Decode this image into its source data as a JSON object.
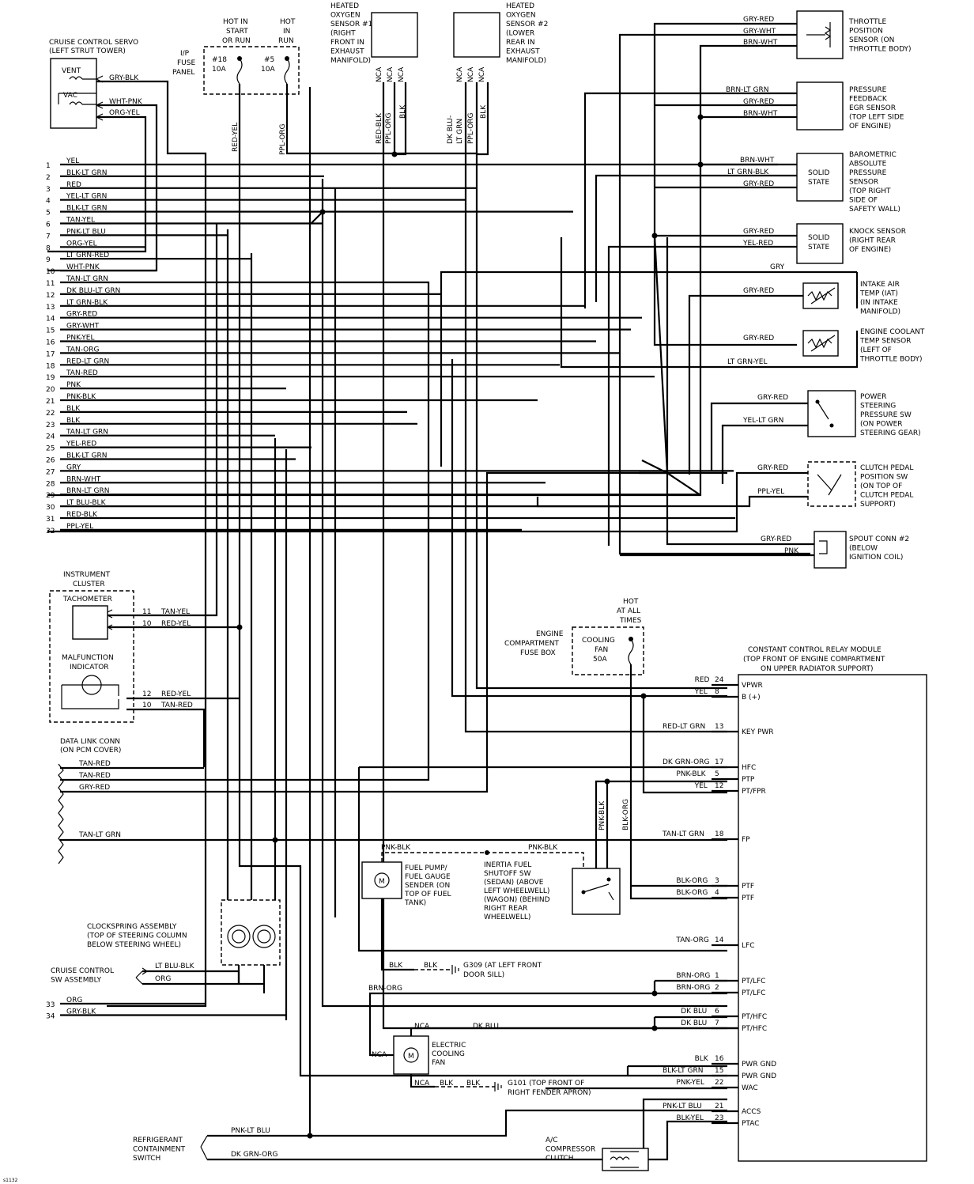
{
  "connector_rows": [
    {
      "n": "1",
      "c": "YEL"
    },
    {
      "n": "2",
      "c": "BLK-LT GRN"
    },
    {
      "n": "3",
      "c": "RED"
    },
    {
      "n": "4",
      "c": "YEL-LT GRN"
    },
    {
      "n": "5",
      "c": "BLK-LT GRN"
    },
    {
      "n": "6",
      "c": "TAN-YEL"
    },
    {
      "n": "7",
      "c": "PNK-LT BLU"
    },
    {
      "n": "8",
      "c": "ORG-YEL"
    },
    {
      "n": "9",
      "c": "LT GRN-RED"
    },
    {
      "n": "10",
      "c": "WHT-PNK"
    },
    {
      "n": "11",
      "c": "TAN-LT GRN"
    },
    {
      "n": "12",
      "c": "DK BLU-LT GRN"
    },
    {
      "n": "13",
      "c": "LT GRN-BLK"
    },
    {
      "n": "14",
      "c": "GRY-RED"
    },
    {
      "n": "15",
      "c": "GRY-WHT"
    },
    {
      "n": "16",
      "c": "PNK-YEL"
    },
    {
      "n": "17",
      "c": "TAN-ORG"
    },
    {
      "n": "18",
      "c": "RED-LT GRN"
    },
    {
      "n": "19",
      "c": "TAN-RED"
    },
    {
      "n": "20",
      "c": "PNK"
    },
    {
      "n": "21",
      "c": "PNK-BLK"
    },
    {
      "n": "22",
      "c": "BLK"
    },
    {
      "n": "23",
      "c": "BLK"
    },
    {
      "n": "24",
      "c": "TAN-LT GRN"
    },
    {
      "n": "25",
      "c": "YEL-RED"
    },
    {
      "n": "26",
      "c": "BLK-LT GRN"
    },
    {
      "n": "27",
      "c": "GRY"
    },
    {
      "n": "28",
      "c": "BRN-WHT"
    },
    {
      "n": "29",
      "c": "BRN-LT GRN"
    },
    {
      "n": "30",
      "c": "LT BLU-BLK"
    },
    {
      "n": "31",
      "c": "RED-BLK"
    },
    {
      "n": "32",
      "c": "PPL-YEL"
    }
  ],
  "bottom_rows": [
    {
      "n": "33",
      "c": "ORG"
    },
    {
      "n": "34",
      "c": "GRY-BLK"
    }
  ],
  "cruise_servo": {
    "title": "CRUISE CONTROL SERVO",
    "sub": "(LEFT STRUT TOWER)",
    "vent": "VENT",
    "vac": "VAC",
    "w1": "GRY-BLK",
    "w2": "WHT-PNK",
    "w3": "ORG-YEL"
  },
  "fuse_panel": {
    "label": [
      "I/P",
      "FUSE",
      "PANEL"
    ],
    "hot1": [
      "HOT IN",
      "START",
      "OR RUN"
    ],
    "hot2": [
      "HOT",
      "IN",
      "RUN"
    ],
    "f1": [
      "#18",
      "10A"
    ],
    "f2": [
      "#5",
      "10A"
    ],
    "w1": "RED-YEL",
    "w2": "PPL-ORG"
  },
  "o2s1": {
    "label": [
      "HEATED",
      "OXYGEN",
      "SENSOR #1",
      "(RIGHT",
      "FRONT IN",
      "EXHAUST",
      "MANIFOLD)"
    ],
    "pins": [
      "NCA",
      "NCA",
      "NCA"
    ],
    "wires": [
      "RED-BLK",
      "PPL-ORG",
      "BLK"
    ]
  },
  "o2s2": {
    "label": [
      "HEATED",
      "OXYGEN",
      "SENSOR #2",
      "(LOWER",
      "REAR IN",
      "EXHAUST",
      "MANIFOLD)"
    ],
    "pins": [
      "NCA",
      "NCA",
      "NCA"
    ],
    "wires": [
      "DK BLU-",
      "LT GRN",
      "PPL-ORG",
      "BLK"
    ]
  },
  "tps": {
    "label": [
      "THROTTLE",
      "POSITION",
      "SENSOR (ON",
      "THROTTLE BODY)"
    ],
    "wires": [
      "GRY-RED",
      "GRY-WHT",
      "BRN-WHT"
    ]
  },
  "egr": {
    "label": [
      "PRESSURE",
      "FEEDBACK",
      "EGR SENSOR",
      "(TOP LEFT SIDE",
      "OF ENGINE)"
    ],
    "wires": [
      "BRN-LT GRN",
      "GRY-RED",
      "BRN-WHT"
    ]
  },
  "baro": {
    "label": [
      "BAROMETRIC",
      "ABSOLUTE",
      "PRESSURE",
      "SENSOR",
      "(TOP RIGHT",
      "SIDE OF",
      "SAFETY WALL)"
    ],
    "wires": [
      "BRN-WHT",
      "LT GRN-BLK",
      "GRY-RED"
    ],
    "box": [
      "SOLID",
      "STATE"
    ]
  },
  "knock": {
    "label": [
      "KNOCK SENSOR",
      "(RIGHT REAR",
      "OF ENGINE)"
    ],
    "wires": [
      "GRY-RED",
      "YEL-RED"
    ],
    "box": [
      "SOLID",
      "STATE"
    ]
  },
  "gry_wire": "GRY",
  "iat": {
    "label": [
      "INTAKE AIR",
      "TEMP (IAT)",
      "(IN INTAKE",
      "MANIFOLD)"
    ],
    "wire": "GRY-RED"
  },
  "ect": {
    "label": [
      "ENGINE COOLANT",
      "TEMP SENSOR",
      "(LEFT OF",
      "THROTTLE BODY)"
    ],
    "wire": "GRY-RED",
    "wire2": "LT GRN-YEL"
  },
  "ps": {
    "label": [
      "POWER",
      "STEERING",
      "PRESSURE SW",
      "(ON POWER",
      "STEERING GEAR)"
    ],
    "wires": [
      "GRY-RED",
      "YEL-LT GRN"
    ]
  },
  "clutch": {
    "label": [
      "CLUTCH PEDAL",
      "POSITION SW",
      "(ON TOP OF",
      "CLUTCH PEDAL",
      "SUPPORT)"
    ],
    "wires": [
      "GRY-RED",
      "PPL-YEL"
    ]
  },
  "spout": {
    "label": [
      "SPOUT CONN #2",
      "(BELOW",
      "IGNITION COIL)"
    ],
    "wires": [
      "GRY-RED",
      "PNK"
    ]
  },
  "cluster": {
    "title": [
      "INSTRUMENT",
      "CLUSTER"
    ],
    "tach": "TACHOMETER",
    "mil": [
      "MALFUNCTION",
      "INDICATOR"
    ],
    "rows": [
      {
        "n": "11",
        "c": "TAN-YEL"
      },
      {
        "n": "10",
        "c": "RED-YEL"
      },
      {
        "n": "12",
        "c": "RED-YEL"
      },
      {
        "n": "10",
        "c": "TAN-RED"
      }
    ]
  },
  "dlc": {
    "label": [
      "DATA LINK CONN",
      "(ON PCM COVER)"
    ],
    "wires": [
      "TAN-RED",
      "TAN-RED",
      "GRY-RED",
      "TAN-LT GRN"
    ]
  },
  "cooling_fuse": {
    "hot": [
      "HOT",
      "AT ALL",
      "TIMES"
    ],
    "box": [
      "ENGINE",
      "COMPARTMENT",
      "FUSE BOX"
    ],
    "fuse": [
      "COOLING",
      "FAN",
      "50A"
    ]
  },
  "ccrm": {
    "label": [
      "CONSTANT CONTROL RELAY MODULE",
      "(TOP FRONT OF ENGINE COMPARTMENT",
      "ON UPPER RADIATOR SUPPORT)"
    ],
    "pins": [
      {
        "w": "RED",
        "n": "24",
        "p": "VPWR"
      },
      {
        "w": "YEL",
        "n": "8",
        "p": "B (+)"
      },
      {
        "w": "RED-LT GRN",
        "n": "13",
        "p": "KEY PWR"
      },
      {
        "w": "DK GRN-ORG",
        "n": "17",
        "p": "HFC"
      },
      {
        "w": "PNK-BLK",
        "n": "5",
        "p": "PTP"
      },
      {
        "w": "YEL",
        "n": "12",
        "p": "PT/FPR"
      },
      {
        "w": "TAN-LT GRN",
        "n": "18",
        "p": "FP"
      },
      {
        "w": "BLK-ORG",
        "n": "3",
        "p": "PTF"
      },
      {
        "w": "BLK-ORG",
        "n": "4",
        "p": "PTF"
      },
      {
        "w": "TAN-ORG",
        "n": "14",
        "p": "LFC"
      },
      {
        "w": "BRN-ORG",
        "n": "1",
        "p": "PT/LFC"
      },
      {
        "w": "BRN-ORG",
        "n": "2",
        "p": "PT/LFC"
      },
      {
        "w": "DK BLU",
        "n": "6",
        "p": "PT/HFC"
      },
      {
        "w": "DK BLU",
        "n": "7",
        "p": "PT/HFC"
      },
      {
        "w": "BLK",
        "n": "16",
        "p": "PWR GND"
      },
      {
        "w": "BLK-LT GRN",
        "n": "15",
        "p": "PWR GND"
      },
      {
        "w": "PNK-YEL",
        "n": "22",
        "p": "WAC"
      },
      {
        "w": "PNK-LT BLU",
        "n": "21",
        "p": "ACCS"
      },
      {
        "w": "BLK-YEL",
        "n": "23",
        "p": "PTAC"
      }
    ]
  },
  "fuel_pump": {
    "label": [
      "FUEL PUMP/",
      "FUEL GAUGE",
      "SENDER (ON",
      "TOP OF FUEL",
      "TANK)"
    ],
    "w1": "PNK-BLK",
    "w2": "PNK-BLK",
    "gnd": "BLK",
    "gnd2": "BLK",
    "g309": [
      "G309 (AT LEFT FRONT",
      "DOOR SILL)"
    ]
  },
  "inertia": {
    "label": [
      "INERTIA FUEL",
      "SHUTOFF SW",
      "(SEDAN) (ABOVE",
      "LEFT WHEELWELL)",
      "(WAGON) (BEHIND",
      "RIGHT REAR",
      "WHEELWELL)"
    ],
    "v1": "PNK-BLK",
    "v2": "BLK-ORG"
  },
  "cooling_fan": {
    "label": [
      "ELECTRIC",
      "COOLING",
      "FAN"
    ],
    "nca": "NCA",
    "w": "DK BLU",
    "brn": "BRN-ORG",
    "blk": "BLK",
    "blk2": "BLK",
    "g101": [
      "G101 (TOP FRONT OF",
      "RIGHT FENDER APRON)"
    ]
  },
  "clockspring": {
    "label": [
      "CLOCKSPRING ASSEMBLY",
      "(TOP OF STEERING COLUMN",
      "BELOW STEERING WHEEL)"
    ]
  },
  "cruise_sw": {
    "label": [
      "CRUISE CONTROL",
      "SW ASSEMBLY"
    ],
    "w1": "LT BLU-BLK",
    "w2": "ORG"
  },
  "refrig": {
    "label": [
      "REFRIGERANT",
      "CONTAINMENT",
      "SWITCH"
    ],
    "w1": "PNK-LT BLU",
    "w2": "DK GRN-ORG"
  },
  "ac_clutch": {
    "label": [
      "A/C",
      "COMPRESSOR",
      "CLUTCH"
    ]
  },
  "footer_id": "s1132"
}
